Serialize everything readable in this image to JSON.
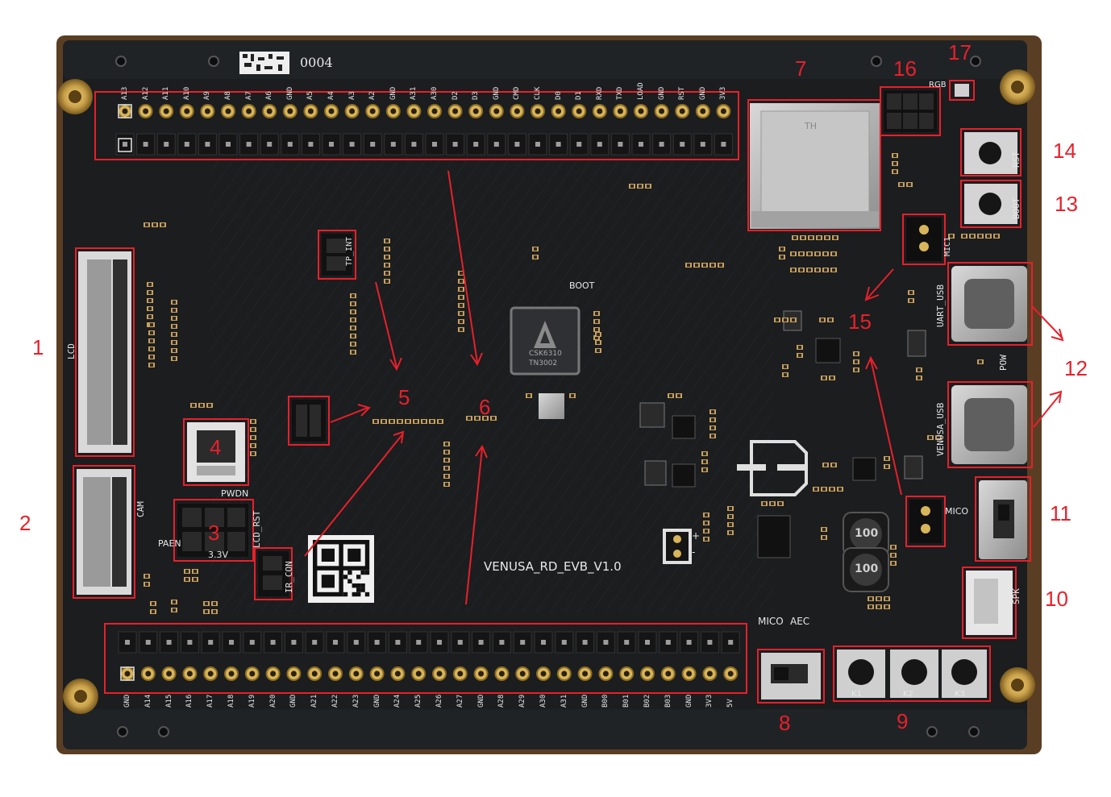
{
  "board": {
    "serial": "0004",
    "board_name": "VENUSA_RD_EVB_V1.0",
    "chip_label_1": "CSK6310",
    "chip_label_2": "TN3002",
    "colors": {
      "pcb": "#1b1d1f",
      "pcb_edge": "#0e0f10",
      "silkscreen": "#e6e6e6",
      "annotation": "#e8202a",
      "brass": "#c9a14a",
      "metal": "#b9b9b9"
    }
  },
  "silkscreen": {
    "boot_chip": "BOOT",
    "rgb": "RGB",
    "rst": "RST",
    "boot_btn": "BOOT",
    "uart_usb": "UART_USB",
    "venusa_usb": "VENUSA_USB",
    "pow": "POW",
    "mico_right": "MICO",
    "spk": "SPK",
    "lcd": "LCD",
    "cam": "CAM",
    "pwdn": "PWDN",
    "paen": "PAEN",
    "lcd_rst": "LCD_RST",
    "v33": "3.3V",
    "ir_con": "IR_CON",
    "tp_int": "TP_INT",
    "mico_top": "MICO",
    "aec": "AEC",
    "k1": "K1",
    "k2": "K2",
    "k3": "K3",
    "th": "TH",
    "mic1": "MIC1"
  },
  "top_header_labels": [
    "A13",
    "A12",
    "A11",
    "A10",
    "A9",
    "A8",
    "A7",
    "A6",
    "GND",
    "A5",
    "A4",
    "A3",
    "A2",
    "GND",
    "A31",
    "A30",
    "D2",
    "D3",
    "GND",
    "CMD",
    "CLK",
    "D0",
    "D1",
    "RXD",
    "TXD",
    "LOAD",
    "GND",
    "RST",
    "GND",
    "3V3"
  ],
  "bottom_header_labels": [
    "GND",
    "A14",
    "A15",
    "A16",
    "A17",
    "A18",
    "A19",
    "A20",
    "GND",
    "A21",
    "A22",
    "A23",
    "GND",
    "A24",
    "A25",
    "A26",
    "A27",
    "GND",
    "A28",
    "A29",
    "A30",
    "A31",
    "GND",
    "B00",
    "B01",
    "B02",
    "B03",
    "GND",
    "3V3",
    "5V"
  ],
  "callouts": {
    "c1": "1",
    "c2": "2",
    "c3": "3",
    "c4": "4",
    "c5": "5",
    "c6": "6",
    "c7": "7",
    "c8": "8",
    "c9": "9",
    "c10": "10",
    "c11": "11",
    "c12": "12",
    "c13": "13",
    "c14": "14",
    "c15": "15",
    "c16": "16",
    "c17": "17"
  },
  "inductors": {
    "l1": "100",
    "l2": "100"
  }
}
